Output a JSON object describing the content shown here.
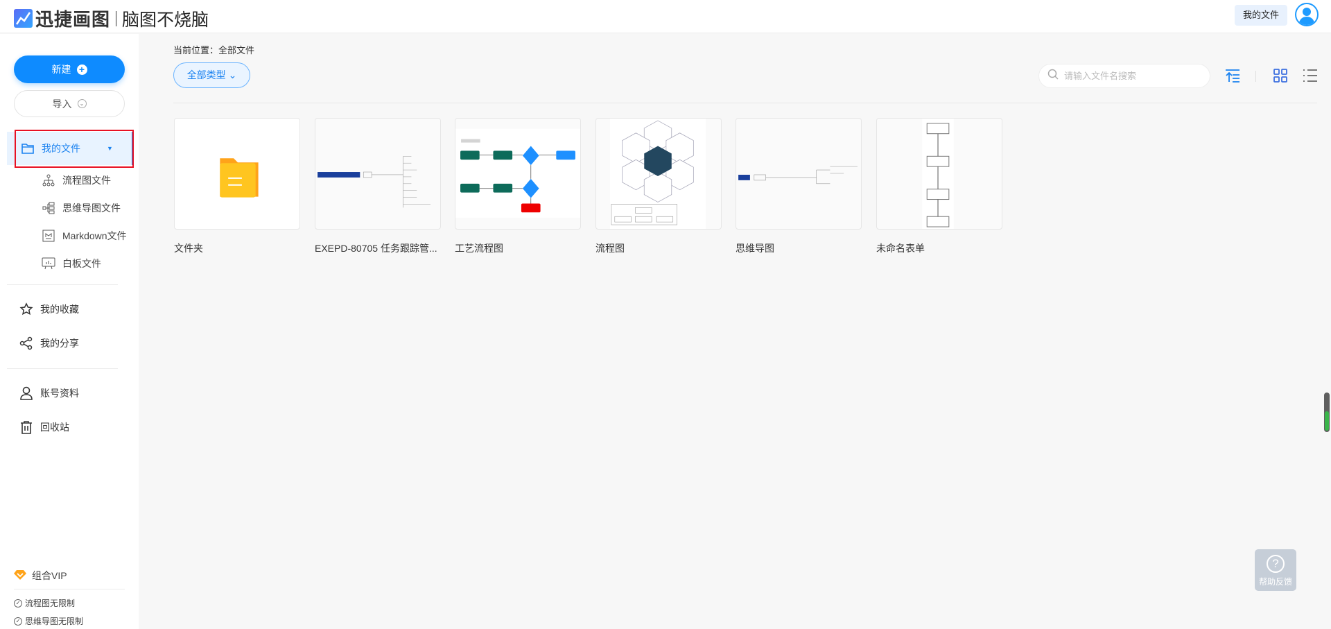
{
  "header": {
    "brand": "迅捷画图",
    "tagline": "脑图不烧脑",
    "my_files_button": "我的文件"
  },
  "sidebar": {
    "new_button": "新建",
    "import_button": "导入",
    "my_files": "我的文件",
    "sub_items": [
      {
        "label": "流程图文件",
        "icon": "flowchart-icon"
      },
      {
        "label": "思维导图文件",
        "icon": "mindmap-icon"
      },
      {
        "label": "Markdown文件",
        "icon": "markdown-icon"
      },
      {
        "label": "白板文件",
        "icon": "whiteboard-icon"
      }
    ],
    "favorites": "我的收藏",
    "shares": "我的分享",
    "account": "账号资料",
    "trash": "回收站",
    "vip": {
      "label": "组合VIP",
      "perks": [
        "流程图无限制",
        "思维导图无限制"
      ]
    }
  },
  "main": {
    "breadcrumb": "当前位置：全部文件",
    "type_filter": "全部类型",
    "search_placeholder": "请输入文件名搜索",
    "files": [
      {
        "name": "文件夹",
        "type": "folder"
      },
      {
        "name": "EXEPD-80705 任务跟踪管...",
        "type": "mindmap"
      },
      {
        "name": "工艺流程图",
        "type": "flowchart"
      },
      {
        "name": "流程图",
        "type": "flowchart"
      },
      {
        "name": "思维导图",
        "type": "mindmap"
      },
      {
        "name": "未命名表单",
        "type": "flowchart"
      }
    ]
  },
  "help": {
    "label": "帮助反馈"
  },
  "colors": {
    "accent": "#0e8bff",
    "folder": "#ffc21f",
    "highlight": "#e81123"
  }
}
